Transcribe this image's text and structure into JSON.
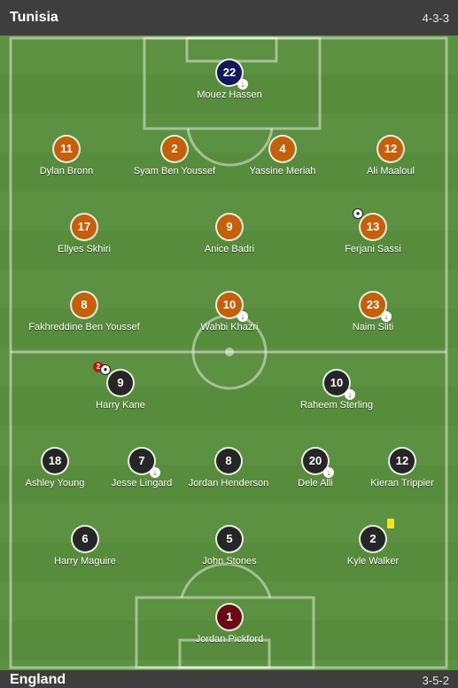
{
  "home": {
    "name": "Tunisia",
    "formation": "4-3-3",
    "color": "#c55f08",
    "players": [
      {
        "number": "22",
        "name": "Mouez Hassen",
        "sub_off": true,
        "kit": "navy"
      },
      {
        "number": "11",
        "name": "Dylan Bronn"
      },
      {
        "number": "2",
        "name": "Syam Ben Youssef"
      },
      {
        "number": "4",
        "name": "Yassine Meriah"
      },
      {
        "number": "12",
        "name": "Ali Maaloul"
      },
      {
        "number": "17",
        "name": "Ellyes Skhiri"
      },
      {
        "number": "9",
        "name": "Anice Badri"
      },
      {
        "number": "13",
        "name": "Ferjani Sassi",
        "goal": true
      },
      {
        "number": "8",
        "name": "Fakhreddine Ben Youssef"
      },
      {
        "number": "10",
        "name": "Wahbi Khazri",
        "sub_off": true
      },
      {
        "number": "23",
        "name": "Naim Sliti",
        "sub_off": true
      }
    ]
  },
  "away": {
    "name": "England",
    "formation": "3-5-2",
    "color": "#262626",
    "players": [
      {
        "number": "9",
        "name": "Harry Kane",
        "goal": true,
        "goal_count": "2"
      },
      {
        "number": "10",
        "name": "Raheem Sterling",
        "sub_off": true
      },
      {
        "number": "18",
        "name": "Ashley Young"
      },
      {
        "number": "7",
        "name": "Jesse Lingard",
        "sub_off": true
      },
      {
        "number": "8",
        "name": "Jordan Henderson"
      },
      {
        "number": "20",
        "name": "Dele Alli",
        "sub_off": true
      },
      {
        "number": "12",
        "name": "Kieran Trippier"
      },
      {
        "number": "6",
        "name": "Harry Maguire"
      },
      {
        "number": "5",
        "name": "John Stones"
      },
      {
        "number": "2",
        "name": "Kyle Walker",
        "yellow_card": true
      },
      {
        "number": "1",
        "name": "Jordan Pickford",
        "kit": "maroon"
      }
    ]
  },
  "icons": {
    "substitution": "arrow-down-icon",
    "goal": "football-icon",
    "card": "yellow-card-icon"
  }
}
